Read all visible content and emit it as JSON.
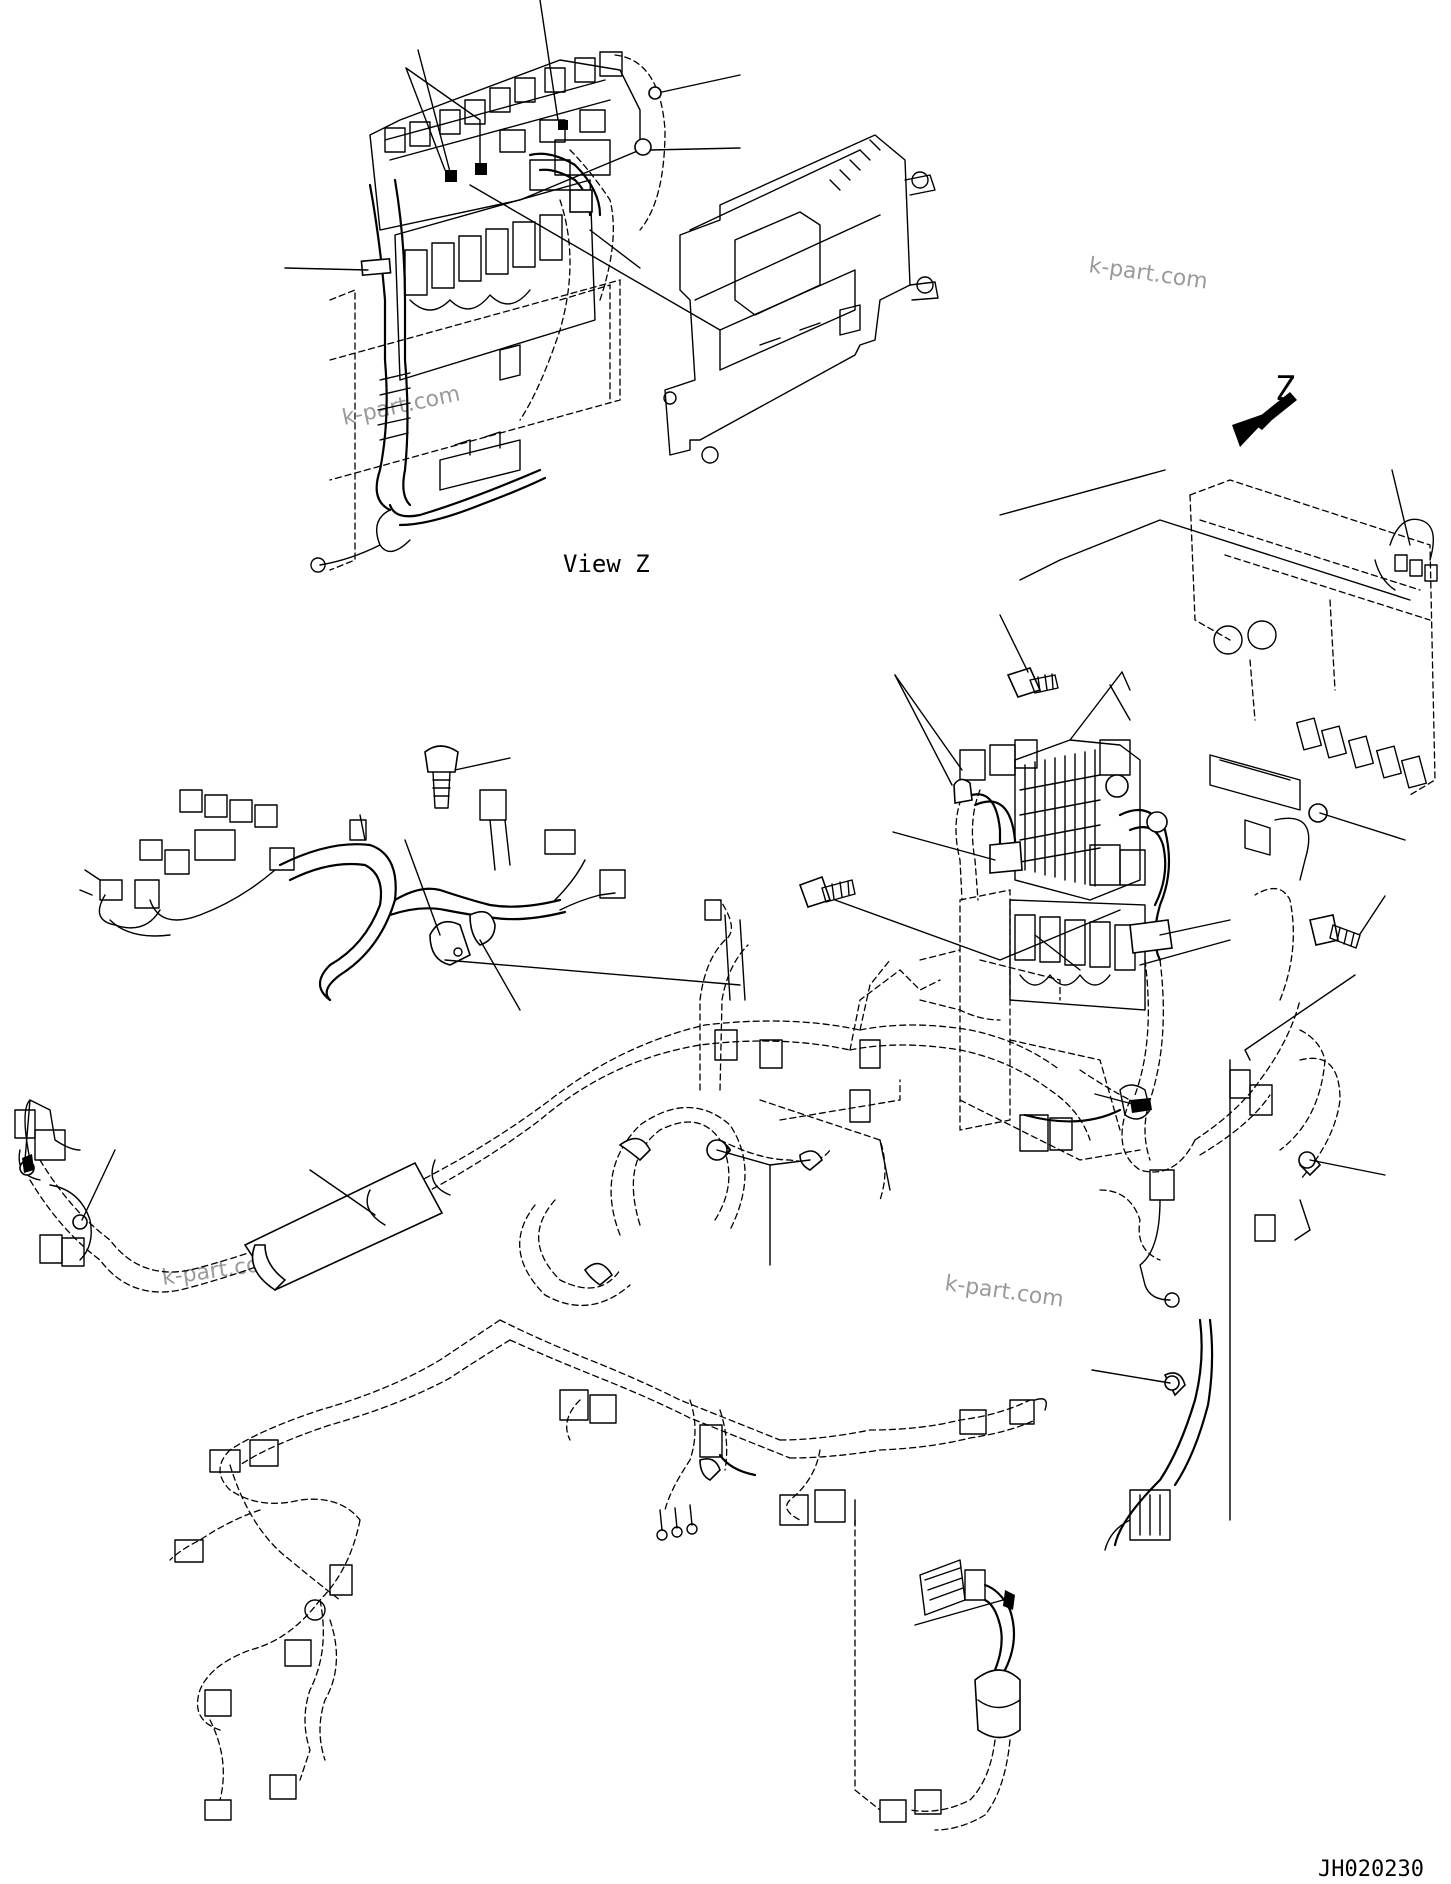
{
  "view_label": "View Z",
  "arrow_label": "Z",
  "drawing_number": "JH020230",
  "watermark": "k-part.com"
}
